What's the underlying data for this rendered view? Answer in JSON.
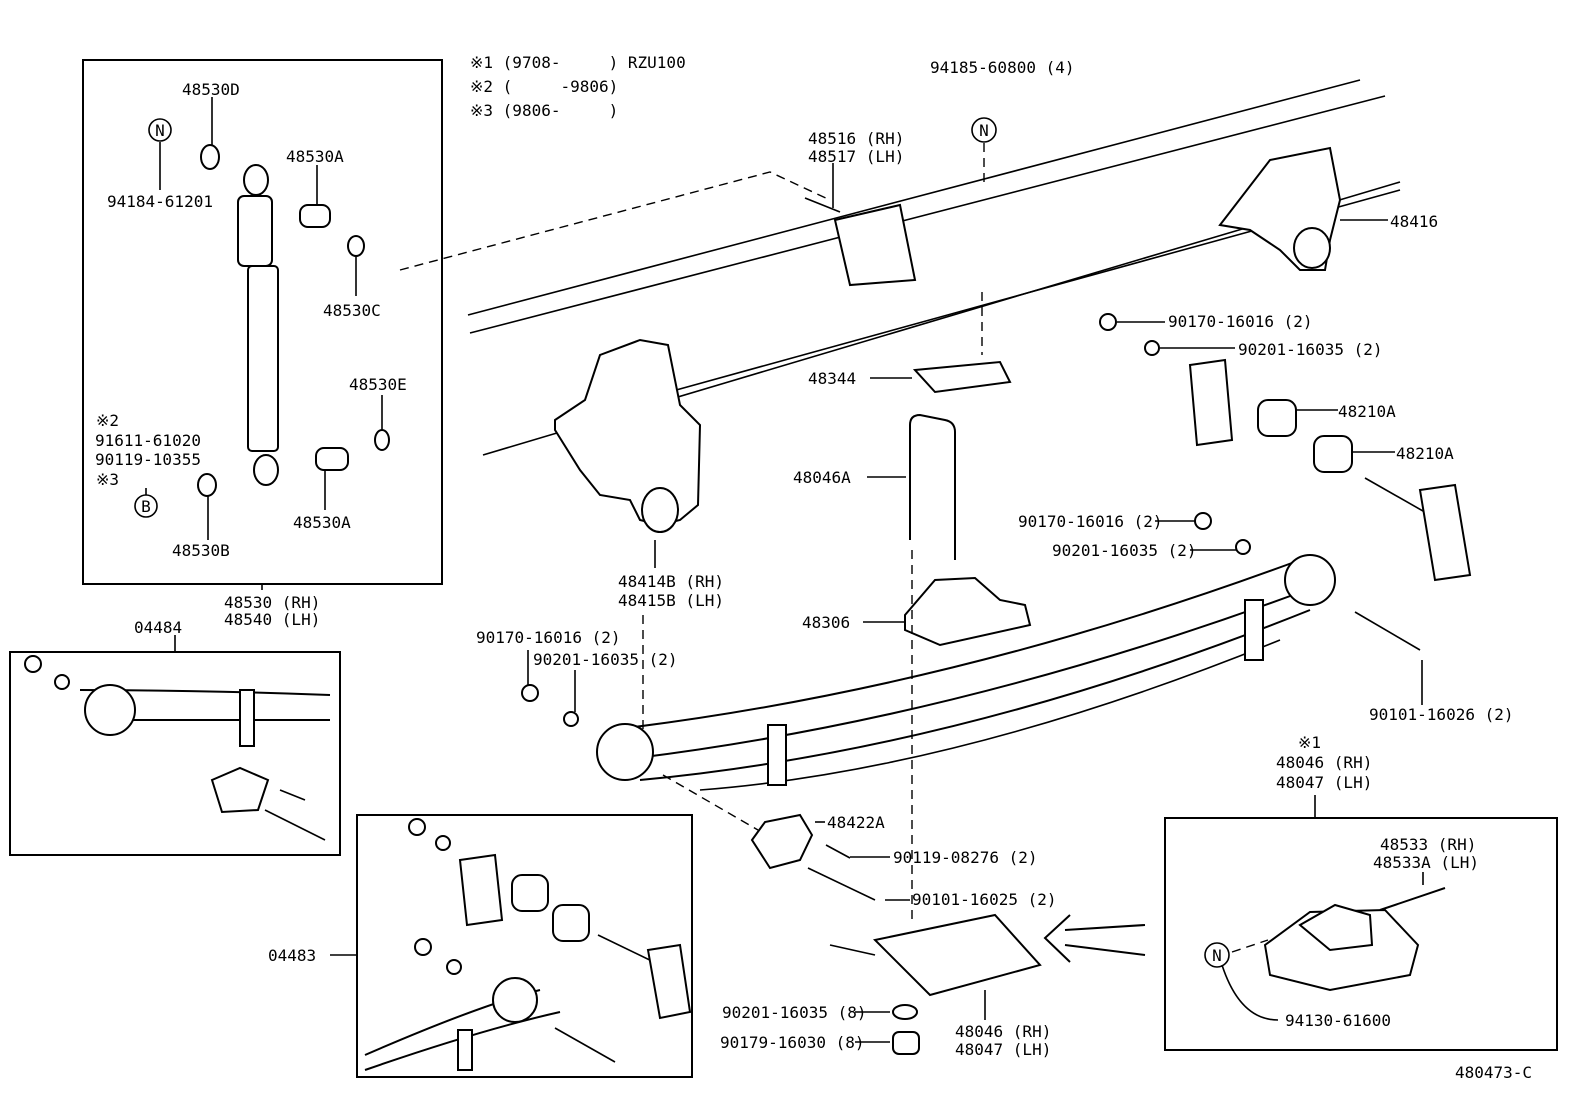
{
  "notes": {
    "n1": "※1 (9708-     ) RZU100",
    "n2": "※2 (     -9806)",
    "n3": "※3 (9806-     )"
  },
  "code": "480473-C",
  "circle_n": "N",
  "circle_b": "B",
  "labels": {
    "p48530D": "48530D",
    "p94184": "94184-61201",
    "p48530A_top": "48530A",
    "p48530C": "48530C",
    "p48530E": "48530E",
    "x2": "※2",
    "p91611": "91611-61020",
    "p90119_10355": "90119-10355",
    "x3": "※3",
    "p48530B": "48530B",
    "p48530A_bot": "48530A",
    "p48530": "48530 (RH)",
    "p48540": "48540 (LH)",
    "p04484": "04484",
    "p04483": "04483",
    "p94185": "94185-60800 (4)",
    "p48516": "48516 (RH)",
    "p48517": "48517 (LH)",
    "p48416": "48416",
    "p48344": "48344",
    "p48046A": "48046A",
    "p48306": "48306",
    "p48414B": "48414B (RH)",
    "p48415B": "48415B (LH)",
    "p90170_a": "90170-16016 (2)",
    "p90201_a": "90201-16035 (2)",
    "p90170_b": "90170-16016 (2)",
    "p90201_b": "90201-16035 (2)",
    "p48210A_1": "48210A",
    "p48210A_2": "48210A",
    "p90170_c": "90170-16016 (2)",
    "p90201_c": "90201-16035 (2)",
    "p90101_16026": "90101-16026 (2)",
    "p48422A": "48422A",
    "p90119_08276": "90119-08276 (2)",
    "p90101_16025": "90101-16025 (2)",
    "p90201_8": "90201-16035 (8)",
    "p90179": "90179-16030 (8)",
    "p48046": "48046 (RH)",
    "p48047": "48047 (LH)",
    "x1": "※1",
    "p48046_box": "48046 (RH)",
    "p48047_box": "48047 (LH)",
    "p48533": "48533 (RH)",
    "p48533A": "48533A (LH)",
    "p94130": "94130-61600"
  }
}
